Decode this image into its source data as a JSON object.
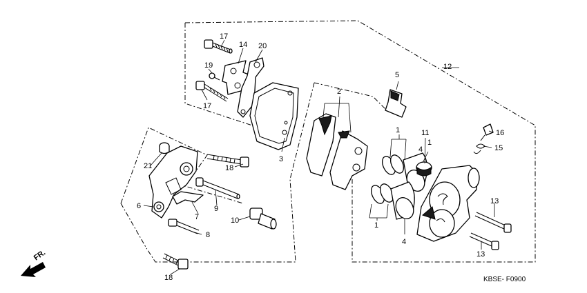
{
  "diagram": {
    "figure_code": "KBSE- F0900",
    "direction_label": "FR.",
    "callouts": [
      "1",
      "1",
      "1",
      "2",
      "3",
      "4",
      "4",
      "5",
      "6",
      "7",
      "8",
      "9",
      "10",
      "11",
      "12",
      "13",
      "13",
      "14",
      "15",
      "16",
      "17",
      "17",
      "18",
      "18",
      "19",
      "20",
      "21"
    ]
  }
}
